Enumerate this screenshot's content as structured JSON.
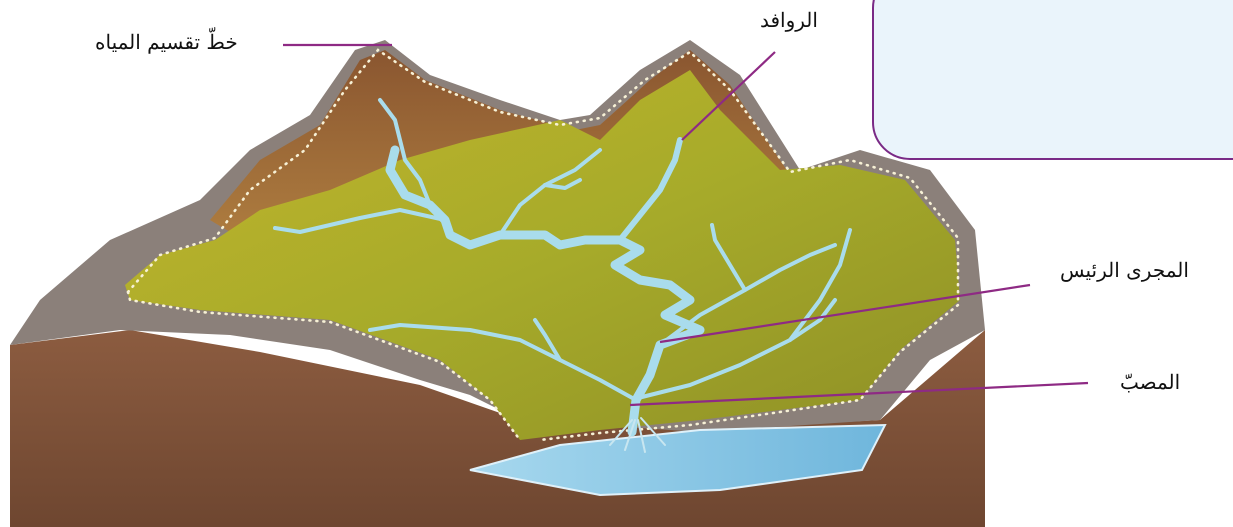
{
  "labels": {
    "watershed": "خطّ تقسيم المياه",
    "tributaries": "الروافد",
    "main_channel": "المجرى الرئيس",
    "mouth": "المصبّ"
  },
  "colors": {
    "leader_line": "#8e2a84",
    "callout_border": "#7a2a86",
    "callout_fill": "#eaf4fb",
    "river": "#9fd4e8",
    "lake": "#8ec8e6",
    "soil": "#8a5a3e",
    "hill_green": "#a8ad2a",
    "hill_brown": "#9a6a3a",
    "rock_grey": "#8a7f7a"
  }
}
